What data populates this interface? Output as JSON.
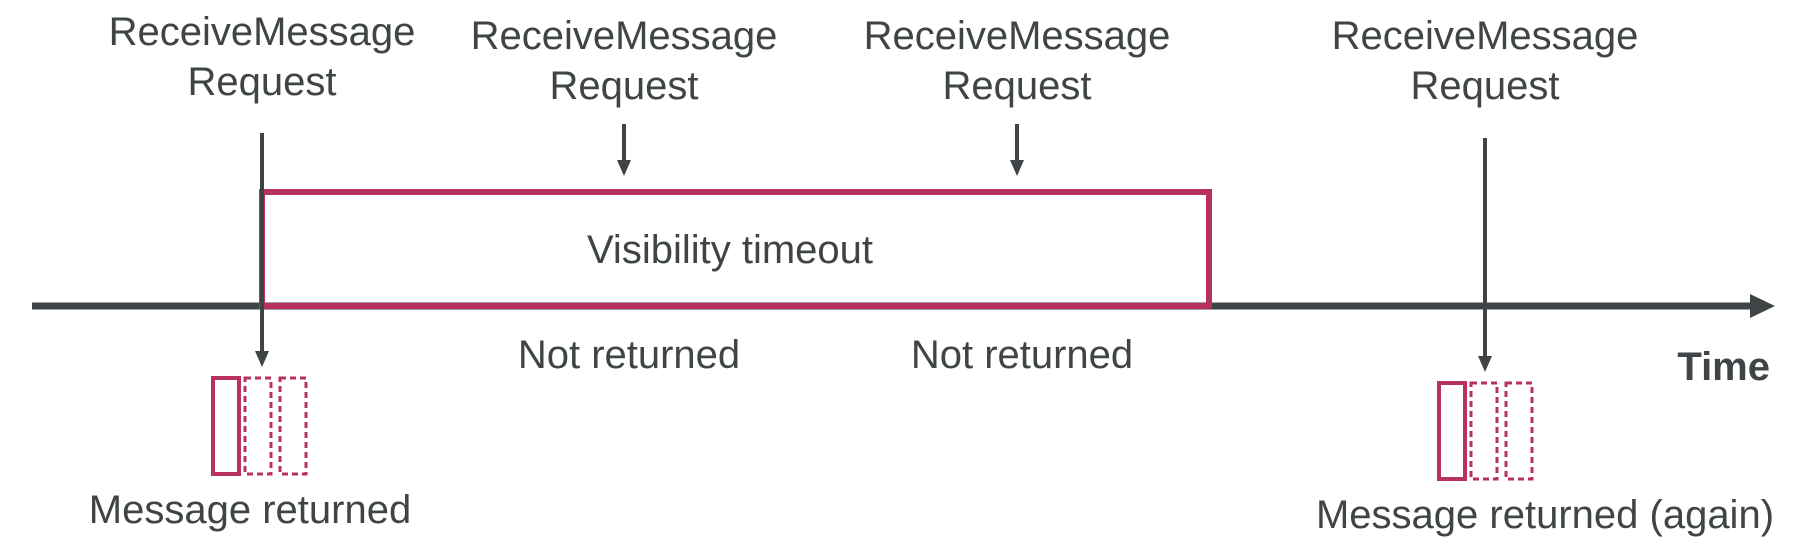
{
  "requests": [
    {
      "line1": "ReceiveMessage",
      "line2": "Request"
    },
    {
      "line1": "ReceiveMessage",
      "line2": "Request"
    },
    {
      "line1": "ReceiveMessage",
      "line2": "Request"
    },
    {
      "line1": "ReceiveMessage",
      "line2": "Request"
    }
  ],
  "visibility_box": {
    "label": "Visibility timeout"
  },
  "outcomes": {
    "not_returned_1": "Not returned",
    "not_returned_2": "Not returned",
    "message_returned": "Message returned",
    "message_returned_again": "Message returned (again)"
  },
  "axis": {
    "label": "Time"
  },
  "colors": {
    "accent": "#b8305f",
    "line": "#3f4446",
    "text": "#3f4446"
  }
}
